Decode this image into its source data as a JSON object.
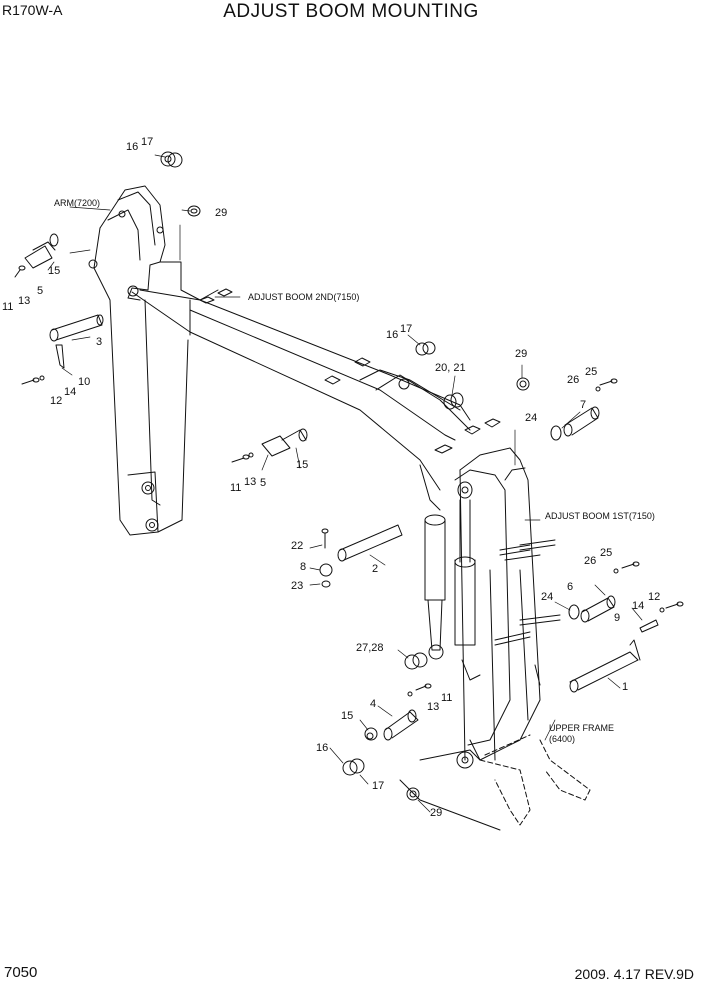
{
  "header": {
    "model": "R170W-A",
    "title": "ADJUST BOOM MOUNTING"
  },
  "footer": {
    "page": "7050",
    "revision": "2009. 4.17  REV.9D"
  },
  "assemblies": {
    "arm": "ARM(7200)",
    "boom2": "ADJUST BOOM 2ND(7150)",
    "boom1": "ADJUST BOOM 1ST(7150)",
    "upper_frame_1": "UPPER FRAME",
    "upper_frame_2": "(6400)"
  },
  "callouts": {
    "c16a": "16",
    "c17a": "17",
    "c29a": "29",
    "c15a": "15",
    "c11a": "11",
    "c13a": "13",
    "c5a": "5",
    "c3": "3",
    "c10": "10",
    "c14a": "14",
    "c12a": "12",
    "c16b": "16",
    "c17b": "17",
    "c2021": "20, 21",
    "c29b": "29",
    "c26a": "26",
    "c25a": "25",
    "c7": "7",
    "c24a": "24",
    "c11b": "11",
    "c13b": "13",
    "c5b": "5",
    "c15b": "15",
    "c22": "22",
    "c8": "8",
    "c23": "23",
    "c2": "2",
    "c26b": "26",
    "c25b": "25",
    "c6": "6",
    "c24b": "24",
    "c12b": "12",
    "c14b": "14",
    "c9": "9",
    "c1": "1",
    "c2728": "27,28",
    "c4": "4",
    "c11c": "11",
    "c13c": "13",
    "c15c": "15",
    "c16c": "16",
    "c17c": "17",
    "c29c": "29"
  }
}
